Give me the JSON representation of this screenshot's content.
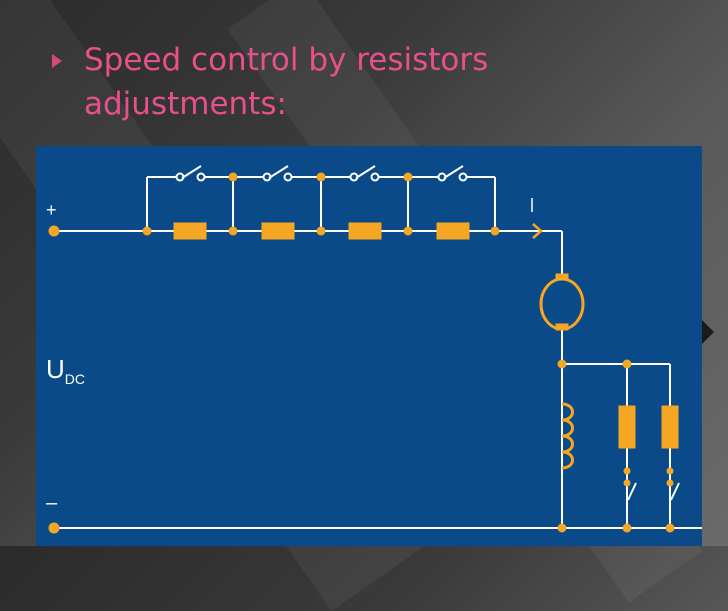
{
  "slide": {
    "title": "Speed control by resistors adjustments:"
  },
  "diagram": {
    "terminal_plus": "+",
    "terminal_minus": "–",
    "supply_label": "U",
    "supply_subscript": "DC",
    "wire_color": "#ffffff",
    "component_color": "#f5a623",
    "background_color": "#0a4a88",
    "series_resistor_count": 4,
    "bypass_switch_count": 4,
    "field_resistor_count": 2
  }
}
